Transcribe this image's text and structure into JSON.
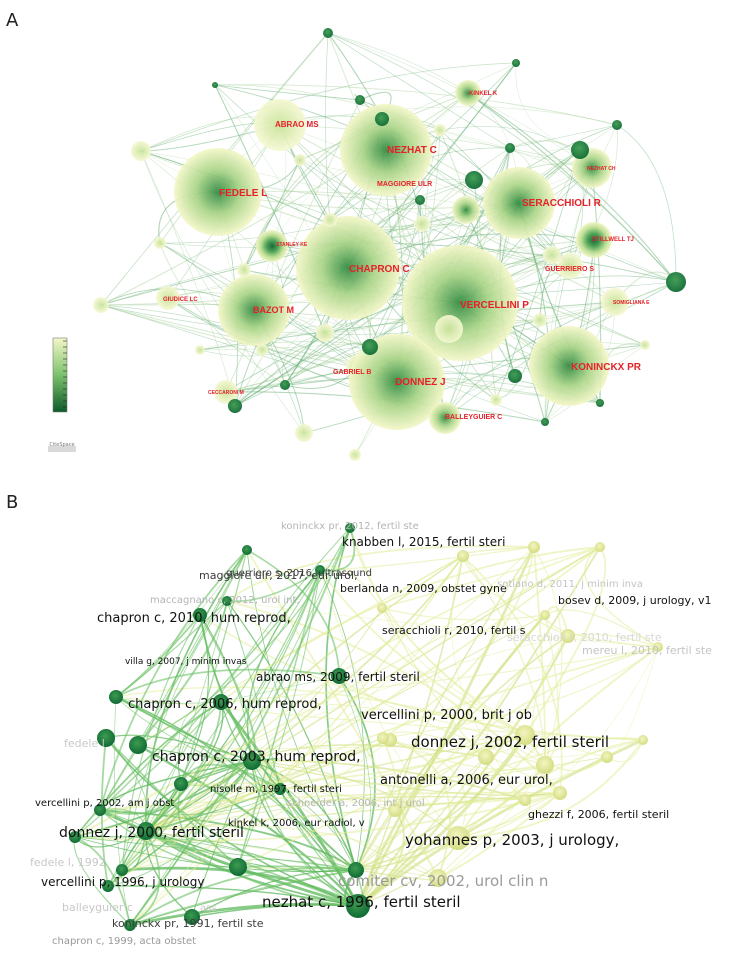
{
  "panels": [
    {
      "letter": "A"
    },
    {
      "letter": "B"
    }
  ],
  "colors": {
    "background": "#ffffff",
    "node_dark": "#0c6b34",
    "node_light": "#f4f7c8",
    "label_red": "#e8202a",
    "edge_green": "#6fbf6a",
    "edge_yellow": "#e6ee9c"
  },
  "panel_a": {
    "legend_caption": "CiteSpace",
    "authors": [
      {
        "label": "FEDELE L"
      },
      {
        "label": "ABRAO MS"
      },
      {
        "label": "NEZHAT C"
      },
      {
        "label": "MAGGIORE ULR"
      },
      {
        "label": "KINKEL K"
      },
      {
        "label": "NEZHAT CH"
      },
      {
        "label": "SERACCHIOLI R"
      },
      {
        "label": "STILLWELL TJ"
      },
      {
        "label": "GUERRIERO S"
      },
      {
        "label": "SOMIGLIANA E"
      },
      {
        "label": "STANLEY KE"
      },
      {
        "label": "CHAPRON C"
      },
      {
        "label": "GIUDICE LC"
      },
      {
        "label": "BAZOT M"
      },
      {
        "label": "VERCELLINI P"
      },
      {
        "label": "KONINCKX PR"
      },
      {
        "label": "GABRIEL B"
      },
      {
        "label": "DONNEZ J"
      },
      {
        "label": "CECCARONI M"
      },
      {
        "label": "BALLEYGUIER C"
      }
    ]
  },
  "panel_b": {
    "references": [
      {
        "label": "koninckx pr, 2012, fertil ste"
      },
      {
        "label": "knabben l, 2015, fertil steri"
      },
      {
        "label": "maggiore ulr, 2017, eur urol,"
      },
      {
        "label": "guerriero s, 2016, ultrasound"
      },
      {
        "label": "berlanda n, 2009, obstet gyne"
      },
      {
        "label": "maccagnano c, 2012, urol int,"
      },
      {
        "label": "sotiano d, 2011, j minim inva"
      },
      {
        "label": "bosev d, 2009, j urology, v1"
      },
      {
        "label": "chapron c, 2010, hum reprod,"
      },
      {
        "label": "seracchioli r, 2010, fertil s"
      },
      {
        "label": "seracchioli r, 2010, fertil ste"
      },
      {
        "label": "mereu l, 2010, fertil ste"
      },
      {
        "label": "villa g, 2007, j minim invas"
      },
      {
        "label": "abrao ms, 2009, fertil steril"
      },
      {
        "label": "chapron c, 2006, hum reprod,"
      },
      {
        "label": "vercellini p, 2000, brit j ob"
      },
      {
        "label": "donnez j, 2002, fertil steril"
      },
      {
        "label": "fedele l"
      },
      {
        "label": "chapron c, 2003, hum reprod,"
      },
      {
        "label": "antonelli a, 2006, eur urol,"
      },
      {
        "label": "nisolle m, 1997, fertil steri"
      },
      {
        "label": "vercellini p, 2002, am j obst"
      },
      {
        "label": "schneider a, 2006, int j urol"
      },
      {
        "label": "ghezzi f, 2006, fertil steril"
      },
      {
        "label": "kinkel k, 2006, eur radiol, v"
      },
      {
        "label": "donnez j, 2000, fertil steril"
      },
      {
        "label": "yohannes p, 2003, j urology,"
      },
      {
        "label": "fedele l, 1992"
      },
      {
        "label": "comiter cv, 2002, urol clin n"
      },
      {
        "label": "vercellini p, 1996, j urology"
      },
      {
        "label": "nezhat c, 1996, fertil steril"
      },
      {
        "label": "balleyguier c"
      },
      {
        "label": "ass"
      },
      {
        "label": "koninckx pr, 1991, fertil ste"
      },
      {
        "label": "chapron c, 1999, acta obstet"
      }
    ]
  }
}
